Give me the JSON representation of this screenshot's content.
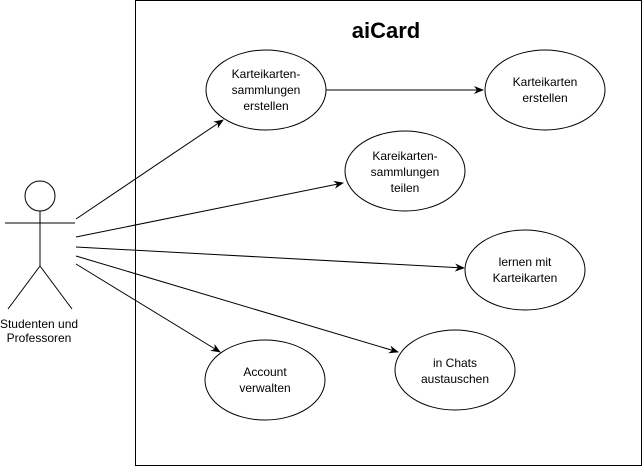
{
  "diagram": {
    "system_title": "aiCard",
    "actor": {
      "name_line1": "Studenten und",
      "name_line2": "Professoren"
    },
    "use_cases": [
      {
        "id": "uc-create-collections",
        "lines": [
          "Karteikarten-",
          "sammlungen",
          "erstellen"
        ]
      },
      {
        "id": "uc-create-cards",
        "lines": [
          "Karteikarten",
          "erstellen"
        ]
      },
      {
        "id": "uc-share-collections",
        "lines": [
          "Kareikarten-",
          "sammlungen",
          "teilen"
        ]
      },
      {
        "id": "uc-learn",
        "lines": [
          "lernen mit",
          "Karteikarten"
        ]
      },
      {
        "id": "uc-account",
        "lines": [
          "Account",
          "verwalten"
        ]
      },
      {
        "id": "uc-chat",
        "lines": [
          "in Chats",
          "austauschen"
        ]
      }
    ],
    "colors": {
      "stroke": "#000000",
      "fill": "#ffffff"
    }
  }
}
